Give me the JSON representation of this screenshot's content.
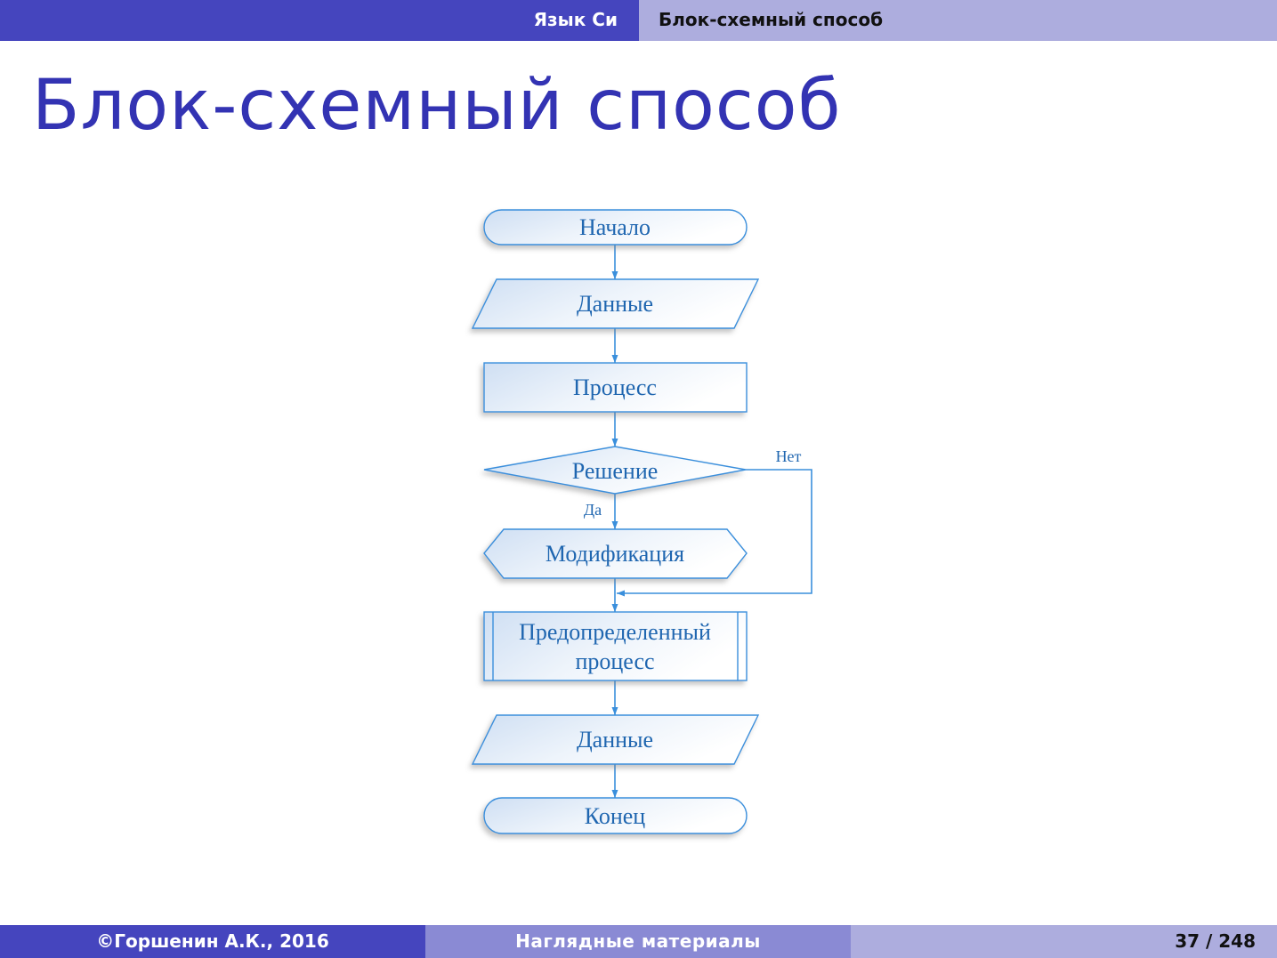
{
  "header": {
    "section": "Язык Си",
    "subsection": "Блок-схемный способ"
  },
  "title": "Блок-схемный способ",
  "flowchart": {
    "start": "Начало",
    "input": "Данные",
    "process": "Процесс",
    "decision": "Решение",
    "no_label": "Нет",
    "yes_label": "Да",
    "modification": "Модификация",
    "predefined_line1": "Предопределенный",
    "predefined_line2": "процесс",
    "output": "Данные",
    "end": "Конец"
  },
  "colors": {
    "header_dark": "#4545be",
    "header_light": "#adadde",
    "title": "#3333b3",
    "flow_stroke": "#3a8fdc",
    "flow_text": "#1f66b0"
  },
  "footer": {
    "author": "©Горшенин А.К., 2016",
    "title": "Наглядные материалы",
    "page": "37 / 248"
  }
}
